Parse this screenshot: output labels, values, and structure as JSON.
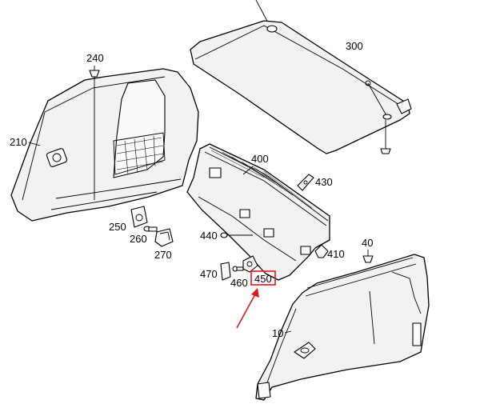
{
  "labels": {
    "p300": "300",
    "p240": "240",
    "p210": "210",
    "p400": "400",
    "p430": "430",
    "p250": "250",
    "p260": "260",
    "p270": "270",
    "p440": "440",
    "p410": "410",
    "p40": "40",
    "p470": "470",
    "p460": "460",
    "p450": "450",
    "p10": "10"
  },
  "highlight": {
    "part": "450",
    "box_color": "#e4161b",
    "arrow_color": "#e4161b"
  },
  "colors": {
    "part_fill": "#f2f2f2",
    "line": "#000000"
  }
}
